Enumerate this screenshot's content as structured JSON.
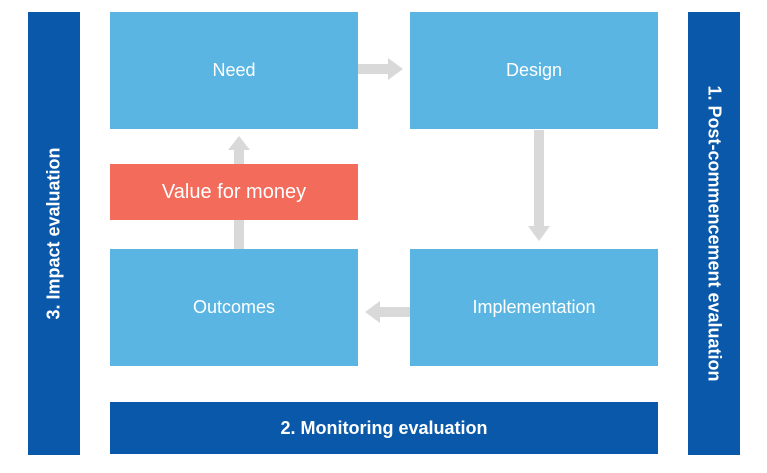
{
  "stages": {
    "need": "Need",
    "design": "Design",
    "implementation": "Implementation",
    "outcomes": "Outcomes"
  },
  "value_for_money": "Value for money",
  "evaluations": {
    "impact": "3. Impact evaluation",
    "monitoring": "2. Monitoring evaluation",
    "post_commencement": "1. Post-commencement evaluation"
  },
  "colors": {
    "stage_fill": "#5ab5e2",
    "value_fill": "#f26b5b",
    "band_fill": "#0a58aa",
    "arrow": "#d9d9d9",
    "text": "#ffffff"
  }
}
